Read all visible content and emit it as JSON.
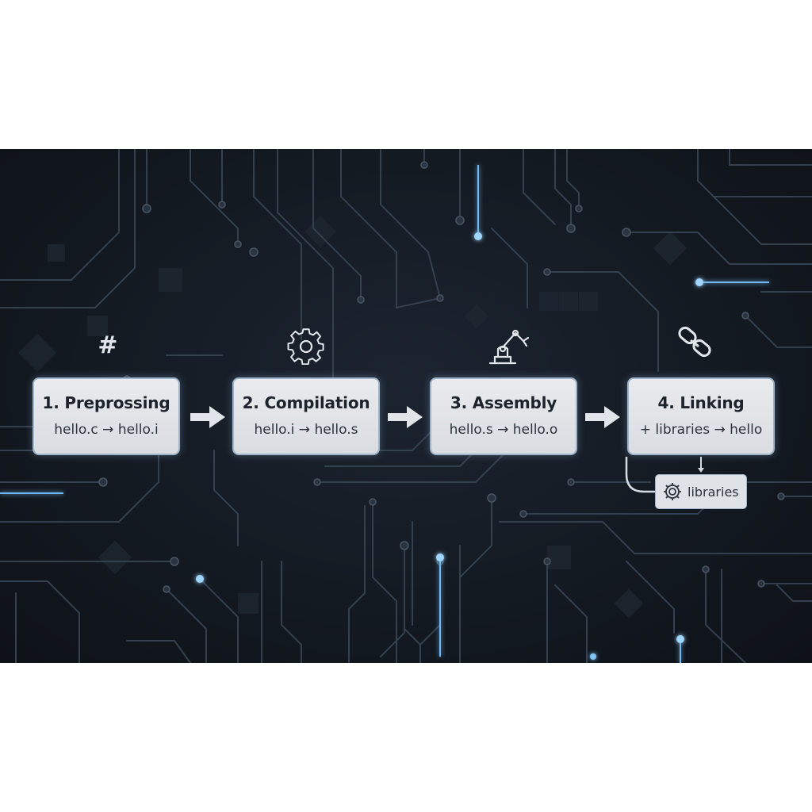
{
  "stages": [
    {
      "title": "1. Preprossing",
      "io": "hello.c → hello.i",
      "icon": "hash-icon",
      "symbol": "#"
    },
    {
      "title": "2. Compilation",
      "io": "hello.i → hello.s",
      "icon": "gear-icon"
    },
    {
      "title": "3. Assembly",
      "io": "hello.s → hello.o",
      "icon": "robot-arm-icon"
    },
    {
      "title": "4. Linking",
      "io": "+ libraries → hello",
      "icon": "chain-link-icon"
    }
  ],
  "libraries_box": {
    "label": "libraries",
    "icon": "gear-icon"
  },
  "colors": {
    "background": "#141a22",
    "circuit_line": "#2b3440",
    "glow": "#7fc4f5",
    "box_fill": "#e1e4e8",
    "box_border": "#9fb4c8",
    "text": "#1d232b"
  }
}
